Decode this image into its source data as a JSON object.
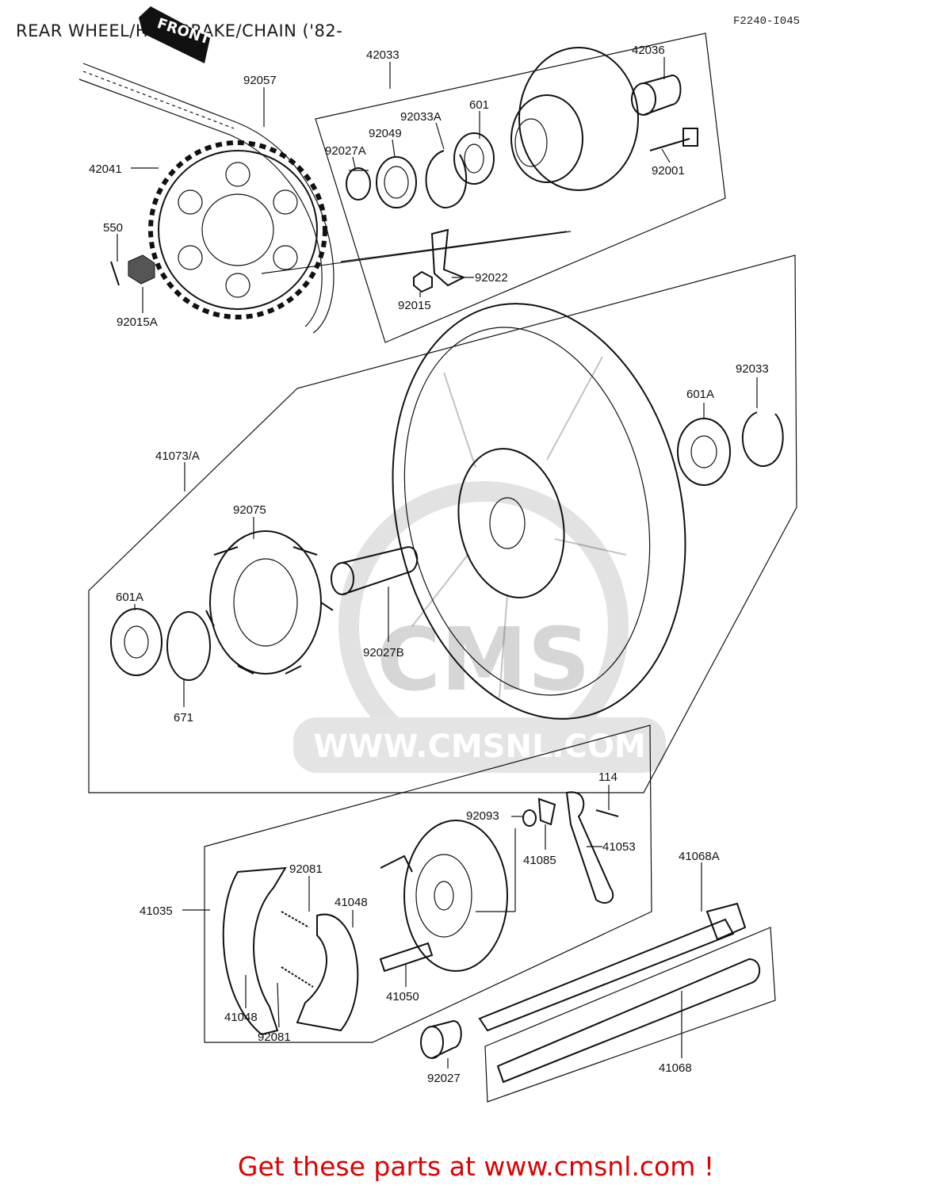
{
  "header": {
    "title": "REAR WHEEL/HUB/BRAKE/CHAIN ('82-",
    "front_tag": "FRONT",
    "figure_code": "F2240-I045"
  },
  "watermark": {
    "text": "WWW.CMSNL.COM",
    "logo": "CMS"
  },
  "parts": {
    "p42033": "42033",
    "p42036": "42036",
    "p92057": "92057",
    "p601_top": "601",
    "p92033A": "92033A",
    "p92049": "92049",
    "p92027A": "92027A",
    "p92001": "92001",
    "p42041": "42041",
    "p550": "550",
    "p92015A": "92015A",
    "p92022": "92022",
    "p92015": "92015",
    "p92033": "92033",
    "p601A_right": "601A",
    "p41073A": "41073/A",
    "p92075": "92075",
    "p601A_left": "601A",
    "p92027B": "92027B",
    "p671": "671",
    "p114": "114",
    "p92093": "92093",
    "p41085": "41085",
    "p41053": "41053",
    "p41068A": "41068A",
    "p92081_top": "92081",
    "p41048_top": "41048",
    "p41035": "41035",
    "p41050": "41050",
    "p41048_bottom": "41048",
    "p92081_bottom": "92081",
    "p92027": "92027",
    "p41068": "41068"
  },
  "footer": {
    "cta_text": "Get these parts at www.cmsnl.com !",
    "cta_color": "#e00000"
  }
}
